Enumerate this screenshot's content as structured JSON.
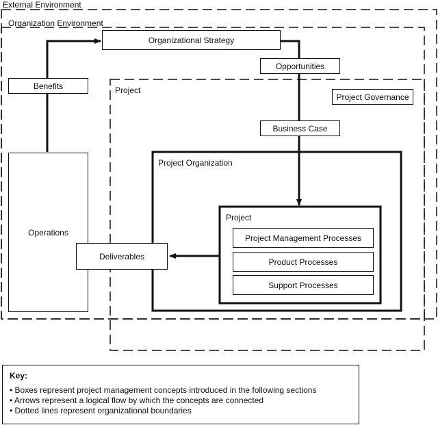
{
  "environments": {
    "external": "External Environment",
    "organization": "Organization Environment",
    "project": "Project",
    "project_organization": "Project Organization"
  },
  "boxes": {
    "organizational_strategy": "Organizational Strategy",
    "opportunities": "Opportunities",
    "benefits": "Benefits",
    "project_governance": "Project Governance",
    "business_case": "Business Case",
    "operations": "Operations",
    "deliverables": "Deliverables",
    "project_management_processes": "Project Management Processes",
    "product_processes": "Product Processes",
    "support_processes": "Support Processes"
  },
  "key": {
    "title": "Key:",
    "items": [
      "• Boxes represent project management concepts introduced in the following sections",
      "• Arrows represent a logical flow by which the concepts are connected",
      "• Dotted lines represent organizational boundaries"
    ]
  }
}
